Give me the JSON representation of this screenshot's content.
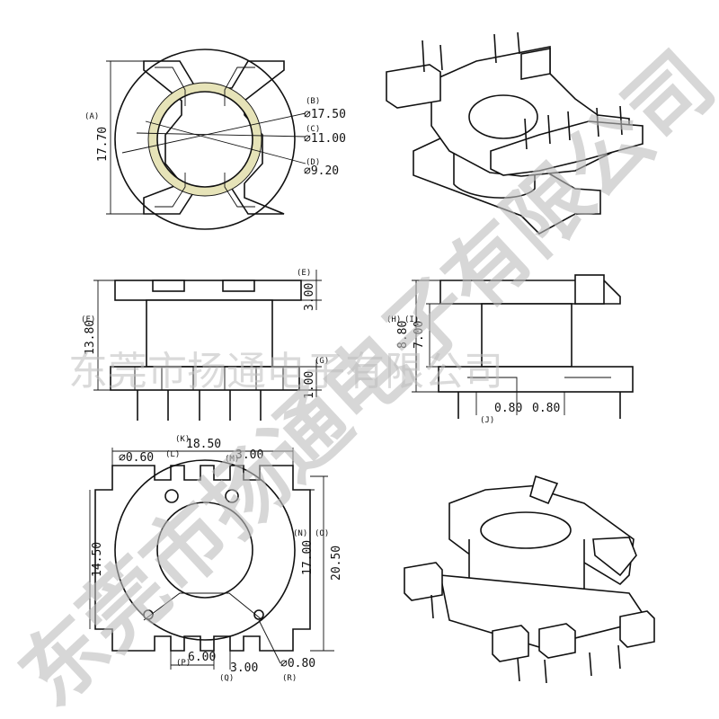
{
  "top_view": {
    "a_tag": "(A)",
    "a_val": "17.70",
    "b_tag": "(B)",
    "b_val": "⌀17.50",
    "c_tag": "(C)",
    "c_val": "⌀11.00",
    "d_tag": "(D)",
    "d_val": "⌀9.20"
  },
  "front_view": {
    "e_tag": "(E)",
    "e_val": "3.00",
    "f_tag": "(F)",
    "f_val": "13.80",
    "g_tag": "(G)",
    "g_val": "1.00"
  },
  "side_view": {
    "h_tag": "(H)",
    "h_val": "8.80",
    "i_tag": "(I)",
    "i_val": "7.00",
    "j_tag": "(J)",
    "j_val1": "0.80",
    "j_val2": "0.80"
  },
  "bottom_view": {
    "k_tag": "(K)",
    "k_val": "18.50",
    "l_tag": "(L)",
    "l_val": "⌀0.60",
    "m_tag": "(M)",
    "m_val": "3.00",
    "n_tag": "(N)",
    "n_val": "17.00",
    "o_tag": "(O)",
    "o_val": "20.50",
    "left_val": "14.50",
    "p_tag": "(P)",
    "p_val": "6.00",
    "q_tag": "(Q)",
    "q_val": "3.00",
    "r_tag": "(R)",
    "r_val": "⌀0.80"
  },
  "watermark": {
    "horizontal": "东莞市扬通电子有限公司",
    "diagonal": "东莞市扬通电子有限公司"
  }
}
